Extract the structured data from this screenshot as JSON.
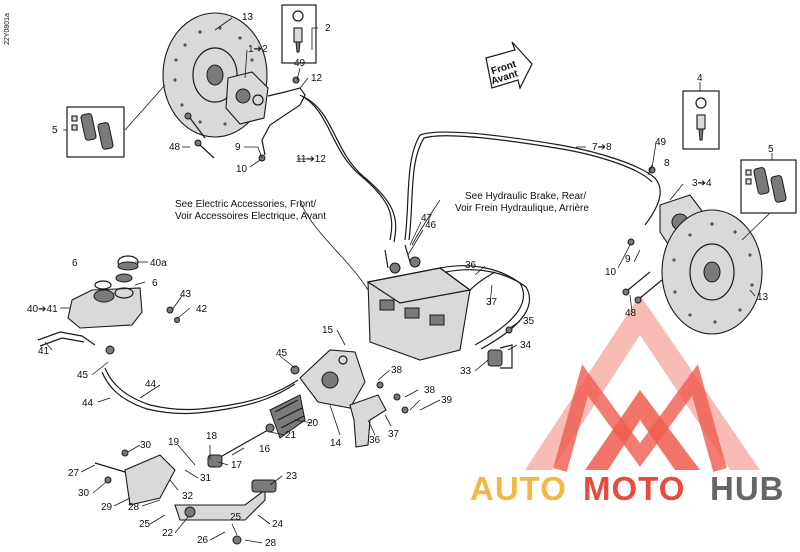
{
  "document_id": "22Y0801a",
  "notes": {
    "electric_line1": "See Electric Accessories, Front/",
    "electric_line2": "Voir Accessoires Electrique, Avant",
    "hydraulic_line1": "See Hydraulic Brake, Rear/",
    "hydraulic_line2": "Voir Frein Hydraulique, Arrière"
  },
  "direction_arrow": {
    "line1": "Front",
    "line2": "Avant"
  },
  "callouts": {
    "c13a": "13",
    "c1to2": "1➔2",
    "c2": "2",
    "c5a": "5",
    "c48a": "48",
    "c9a": "9",
    "c10a": "10",
    "c49a": "49",
    "c12": "12",
    "c11to12": "11➔12",
    "c7to8": "7➔8",
    "c49b": "49",
    "c8": "8",
    "c4": "4",
    "c3to4": "3➔4",
    "c5b": "5",
    "c47": "47",
    "c46": "46",
    "c6a": "6",
    "c40a": "40a",
    "c6b": "6",
    "c40to41": "40➔41",
    "c43": "43",
    "c42": "42",
    "c36a": "36",
    "c37a": "37",
    "c10b": "10",
    "c9b": "9",
    "c48b": "48",
    "c13b": "13",
    "c35": "35",
    "c34": "34",
    "c33": "33",
    "c15": "15",
    "c41": "41",
    "c45a": "45",
    "c45b": "45",
    "c44a": "44",
    "c44b": "44",
    "c38a": "38",
    "c38b": "38",
    "c39": "39",
    "c36b": "36",
    "c37b": "37",
    "c14": "14",
    "c20": "20",
    "c21": "21",
    "c18": "18",
    "c19": "19",
    "c16": "16",
    "c17": "17",
    "c30a": "30",
    "c27": "27",
    "c31": "31",
    "c30b": "30",
    "c29": "29",
    "c32": "32",
    "c28a": "28",
    "c25a": "25",
    "c23": "23",
    "c22": "22",
    "c24": "24",
    "c26": "26",
    "c25b": "25",
    "c28b": "28"
  },
  "watermark": {
    "word_auto": "AUTO",
    "word_moto": "MOTO",
    "word_hub": "HUB",
    "color_red": "#e63b2e",
    "color_gold": "#f2b233",
    "color_dark": "#5a5a5a"
  }
}
